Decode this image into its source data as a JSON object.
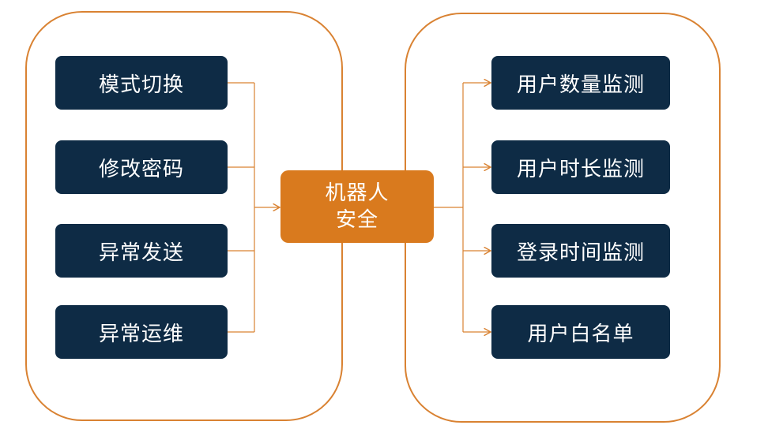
{
  "left_group": {
    "items": [
      {
        "label": "模式切换"
      },
      {
        "label": "修改密码"
      },
      {
        "label": "异常发送"
      },
      {
        "label": "异常运维"
      }
    ]
  },
  "center": {
    "line1": "机器人",
    "line2": "安全"
  },
  "right_group": {
    "items": [
      {
        "label": "用户数量监测"
      },
      {
        "label": "用户时长监测"
      },
      {
        "label": "登录时间监测"
      },
      {
        "label": "用户白名单"
      }
    ]
  },
  "colors": {
    "box_fill": "#0e2b45",
    "center_fill": "#d97a1e",
    "connector": "#d98232",
    "frame": "#d98232"
  }
}
